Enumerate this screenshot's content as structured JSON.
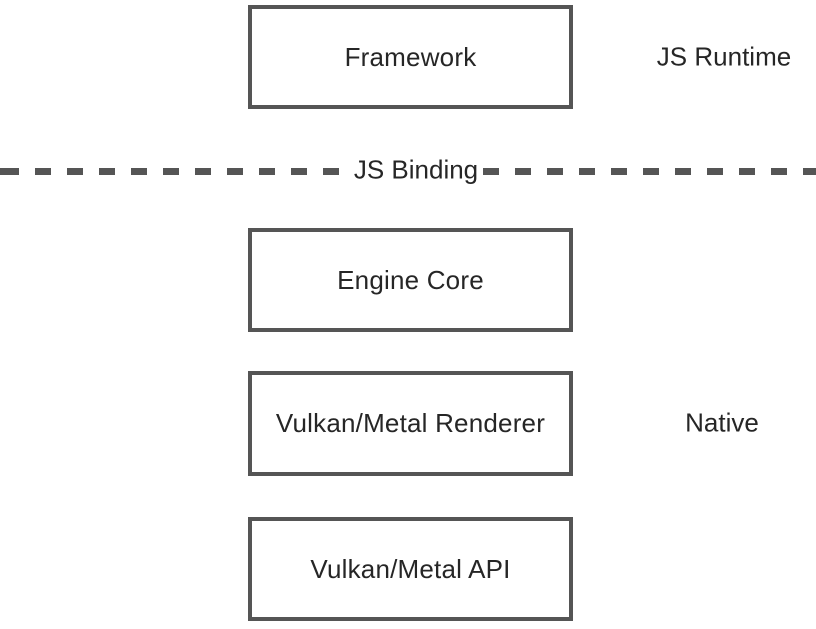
{
  "diagram": {
    "boxes": [
      {
        "label": "Framework"
      },
      {
        "label": "Engine Core"
      },
      {
        "label": "Vulkan/Metal Renderer"
      },
      {
        "label": "Vulkan/Metal API"
      }
    ],
    "side_labels": {
      "js_runtime": "JS Runtime",
      "native": "Native"
    },
    "divider": {
      "label": "JS Binding"
    },
    "colors": {
      "border": "#555555",
      "dash": "#555555",
      "text": "#262626",
      "background": "#ffffff"
    }
  }
}
